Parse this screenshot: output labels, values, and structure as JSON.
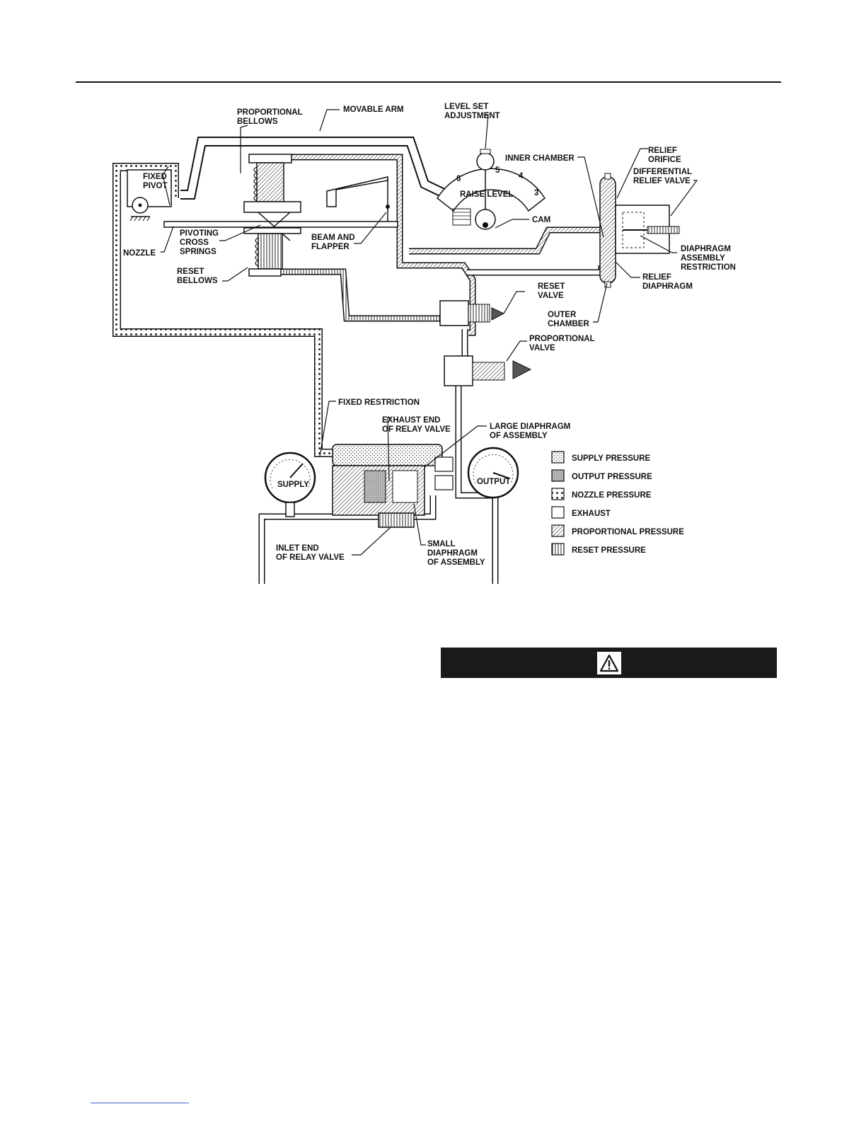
{
  "labels": {
    "proportional_bellows": [
      "PROPORTIONAL",
      "BELLOWS"
    ],
    "movable_arm": "MOVABLE ARM",
    "level_set_adjustment": [
      "LEVEL SET",
      "ADJUSTMENT"
    ],
    "inner_chamber": "INNER CHAMBER",
    "relief_orifice": [
      "RELIEF",
      "ORIFICE"
    ],
    "differential_relief_valve": [
      "DIFFERENTIAL",
      "RELIEF VALVE"
    ],
    "fixed_pivot": [
      "FIXED",
      "PIVOT"
    ],
    "raise_level": "RAISE LEVEL",
    "cam": "CAM",
    "pivoting_cross_springs": [
      "PIVOTING",
      "CROSS",
      "SPRINGS"
    ],
    "nozzle": "NOZZLE",
    "beam_and_flapper": [
      "BEAM AND",
      "FLAPPER"
    ],
    "diaphragm_assembly_restriction": [
      "DIAPHRAGM",
      "ASSEMBLY",
      "RESTRICTION"
    ],
    "relief_diaphragm": [
      "RELIEF",
      "DIAPHRAGM"
    ],
    "reset_bellows": [
      "RESET",
      "BELLOWS"
    ],
    "reset_valve": [
      "RESET",
      "VALVE"
    ],
    "outer_chamber": [
      "OUTER",
      "CHAMBER"
    ],
    "proportional_valve": [
      "PROPORTIONAL",
      "VALVE"
    ],
    "fixed_restriction": "FIXED RESTRICTION",
    "exhaust_end_relay_valve": [
      "EXHAUST END",
      "OF RELAY VALVE"
    ],
    "large_diaphragm": [
      "LARGE DIAPHRAGM",
      "OF ASSEMBLY"
    ],
    "supply_gauge": "SUPPLY",
    "output_gauge": "OUTPUT",
    "inlet_end_relay_valve": [
      "INLET END",
      "OF RELAY VALVE"
    ],
    "small_diaphragm": [
      "SMALL",
      "DIAPHRAGM",
      "OF ASSEMBLY"
    ],
    "dial_numbers": [
      "6",
      "5",
      "4",
      "3"
    ]
  },
  "legend": [
    {
      "pattern": "supply",
      "label": "SUPPLY PRESSURE"
    },
    {
      "pattern": "output",
      "label": "OUTPUT PRESSURE"
    },
    {
      "pattern": "nozzle",
      "label": "NOZZLE PRESSURE"
    },
    {
      "pattern": "exhaust",
      "label": "EXHAUST"
    },
    {
      "pattern": "proportional",
      "label": "PROPORTIONAL PRESSURE"
    },
    {
      "pattern": "reset",
      "label": "RESET PRESSURE"
    }
  ],
  "warning": {
    "icon": "warning-triangle-icon"
  }
}
